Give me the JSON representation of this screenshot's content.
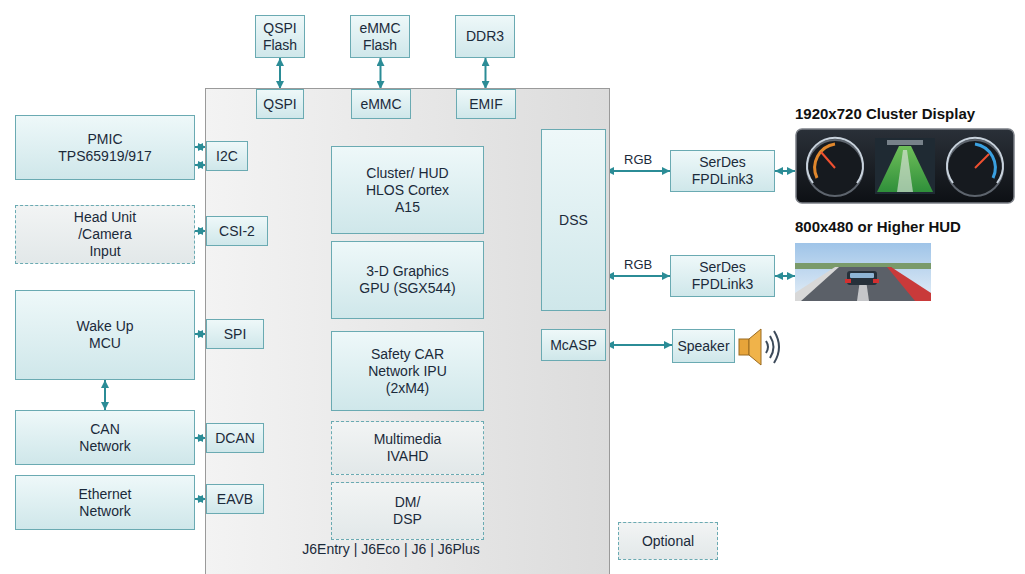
{
  "diagram": {
    "nodes": [
      {
        "text": [
          "QSPI Flash"
        ]
      },
      {
        "text": [
          "eMMC Flash"
        ]
      },
      {
        "text": [
          "DDR3"
        ]
      },
      {
        "text": [
          "PMIC TPS65919/917"
        ]
      },
      {
        "text": [
          "Head Unit /Camera Input"
        ]
      },
      {
        "text": [
          "Wake Up MCU"
        ]
      },
      {
        "text": [
          "CAN Network"
        ]
      },
      {
        "text": [
          "Ethernet Network"
        ]
      },
      {
        "text": [
          "J6Entry | J6Eco | J6 | J6Plus"
        ]
      },
      {
        "text": [
          "QSPI"
        ],
        "in": 8
      },
      {
        "text": [
          "eMMC"
        ],
        "in": 8
      },
      {
        "text": [
          "EMIF"
        ],
        "in": 8
      },
      {
        "text": [
          "I2C"
        ],
        "in": 8
      },
      {
        "text": [
          "CSI-2"
        ],
        "in": 8
      },
      {
        "text": [
          "SPI"
        ],
        "in": 8
      },
      {
        "text": [
          "DCAN"
        ],
        "in": 8
      },
      {
        "text": [
          "EAVB"
        ],
        "in": 8
      },
      {
        "text": [
          "Cluster/ HUD HLOS Cortex A15"
        ],
        "in": 8
      },
      {
        "text": [
          "3-D Graphics GPU (SGX544)"
        ],
        "in": 8
      },
      {
        "text": [
          "Safety CAR Network IPU (2xM4)"
        ],
        "in": 8
      },
      {
        "text": [
          "Multimedia IVAHD"
        ],
        "in": 8
      },
      {
        "text": [
          "DM/ DSP"
        ],
        "in": 8
      },
      {
        "text": [
          "DSS"
        ],
        "in": 8
      },
      {
        "text": [
          "McASP"
        ],
        "in": 8
      },
      {
        "text": [
          "1920x720 Cluster Display"
        ]
      },
      {
        "text": [
          "SerDes FPDLink3"
        ]
      },
      {
        "text": [
          "800x480 or Higher HUD"
        ]
      },
      {
        "text": [
          "SerDes FPDLink3"
        ]
      },
      {
        "text": [
          "Speaker"
        ]
      }
    ],
    "edges": [
      {
        "from": 0,
        "to": 9,
        "arrow": "both"
      },
      {
        "from": 1,
        "to": 10,
        "arrow": "both"
      },
      {
        "from": 2,
        "to": 11,
        "arrow": "both"
      },
      {
        "from": 3,
        "to": 12,
        "arrow": "both"
      },
      {
        "from": 3,
        "to": 12,
        "arrow": "both"
      },
      {
        "from": 4,
        "to": 13,
        "arrow": "both"
      },
      {
        "from": 5,
        "to": 14,
        "arrow": "both"
      },
      {
        "from": 5,
        "to": 6,
        "arrow": "both"
      },
      {
        "from": 6,
        "to": 15,
        "arrow": "both"
      },
      {
        "from": 7,
        "to": 16,
        "arrow": "both"
      },
      {
        "from": 22,
        "to": 25,
        "label": "RGB",
        "arrow": "both"
      },
      {
        "from": 25,
        "to": 24,
        "arrow": "both"
      },
      {
        "from": 22,
        "to": 27,
        "label": "RGB",
        "arrow": "both"
      },
      {
        "from": 27,
        "to": 26,
        "arrow": "both"
      },
      {
        "from": 23,
        "to": 28,
        "arrow": "both"
      }
    ],
    "legend": [
      {
        "text": "Optional"
      }
    ]
  }
}
